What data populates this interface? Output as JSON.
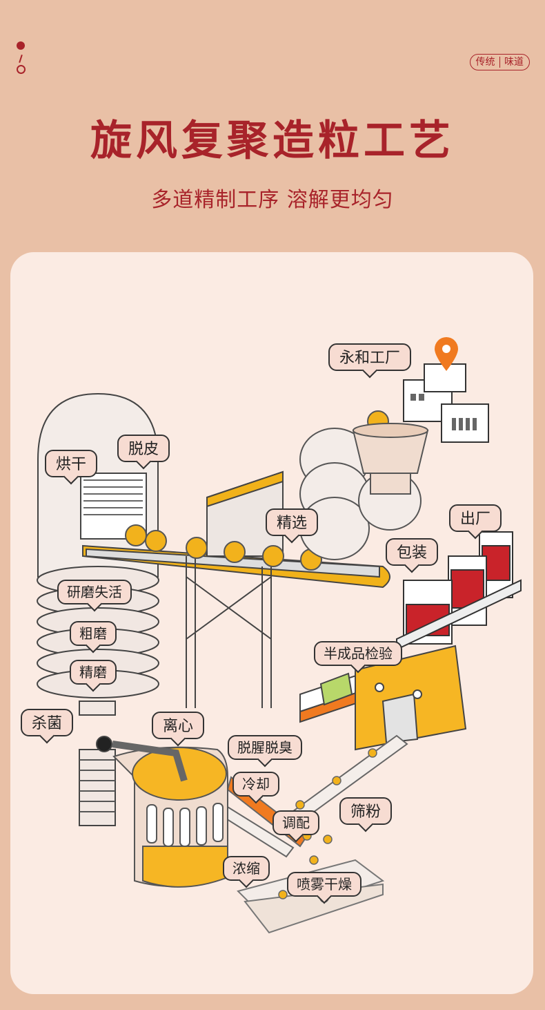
{
  "header": {
    "tags": [
      "传统",
      "味道"
    ],
    "title": "旋风复聚造粒工艺",
    "subtitle": "多道精制工序 溶解更均匀"
  },
  "colors": {
    "background": "#e9c0a6",
    "accent": "#a8232a",
    "card": "#fbebe3",
    "granule": "#f0b21a"
  },
  "process_labels": {
    "factory": "永和工厂",
    "drying": "烘干",
    "peeling": "脱皮",
    "selecting": "精选",
    "shipping": "出厂",
    "packaging": "包装",
    "grind_inactivate": "研磨失活",
    "coarse_grind": "粗磨",
    "fine_grind": "精磨",
    "semi_inspection": "半成品检验",
    "sterilize": "杀菌",
    "centrifuge": "离心",
    "deodorize": "脱腥脱臭",
    "cooling": "冷却",
    "sieving": "筛粉",
    "blending": "调配",
    "concentrate": "浓缩",
    "spray_dry": "喷雾干燥"
  },
  "icons": [
    "location-pin-icon",
    "factory-icon"
  ]
}
